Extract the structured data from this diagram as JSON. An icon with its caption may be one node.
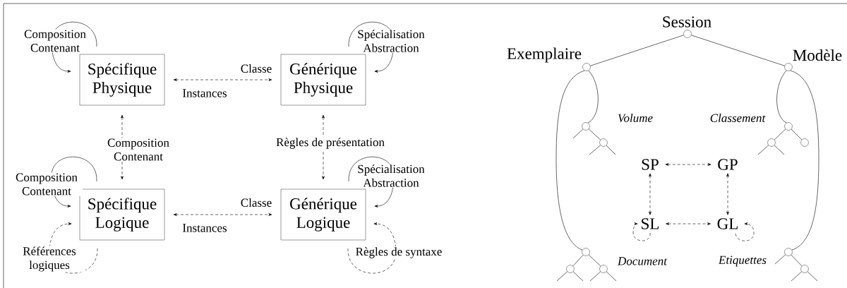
{
  "diagram": {
    "nodes": [
      {
        "text": [
          "Spécifique Physique"
        ]
      },
      {
        "text": [
          "Générique Physique"
        ]
      },
      {
        "text": [
          "Spécifique Logique"
        ]
      },
      {
        "text": [
          "Générique Logique"
        ]
      },
      {
        "text": [],
        "shape": "circle",
        "beside": [
          "Session"
        ]
      },
      {
        "text": [],
        "shape": "circle",
        "beside": [
          "Exemplaire"
        ]
      },
      {
        "text": [],
        "shape": "circle",
        "beside": [
          "Modèle"
        ]
      },
      {
        "text": [],
        "shape": "circle"
      },
      {
        "text": [],
        "shape": "circle"
      },
      {
        "text": [],
        "shape": "circle"
      },
      {
        "text": [],
        "shape": "circle"
      },
      {
        "text": [],
        "shape": "circle"
      },
      {
        "text": [
          "SP"
        ]
      },
      {
        "text": [
          "GP"
        ]
      },
      {
        "text": [
          "SL"
        ]
      },
      {
        "text": [
          "GL"
        ]
      },
      {
        "text": [],
        "shape": "circle"
      },
      {
        "text": [],
        "shape": "circle"
      },
      {
        "text": [],
        "shape": "circle"
      },
      {
        "text": [],
        "shape": "circle"
      },
      {
        "text": [],
        "shape": "circle"
      }
    ],
    "edges": [
      {
        "from": 0,
        "to": 0,
        "arrow": "to",
        "label": "Composition Contenant"
      },
      {
        "from": 1,
        "to": 1,
        "arrow": "to",
        "label": "Spécialisation Abstraction"
      },
      {
        "from": 0,
        "to": 1,
        "arrow": "both",
        "style": "dashed",
        "label": "Classe"
      },
      {
        "from": 0,
        "to": 2,
        "arrow": "both",
        "style": "dashed",
        "label": "Composition Contenant"
      },
      {
        "from": 1,
        "to": 3,
        "arrow": "both",
        "style": "dashed",
        "label": "Règles de présentation"
      },
      {
        "from": 2,
        "to": 2,
        "arrow": "to",
        "label": "Composition Contenant"
      },
      {
        "from": 3,
        "to": 3,
        "arrow": "to",
        "label": "Spécialisation Abstraction"
      },
      {
        "from": 2,
        "to": 3,
        "arrow": "both",
        "style": "dashed",
        "label": "Classe"
      },
      {
        "from": 2,
        "to": 2,
        "arrow": "to",
        "style": "dashed",
        "label": "Références logiques"
      },
      {
        "from": 3,
        "to": 3,
        "arrow": "to",
        "style": "dashed",
        "label": "Règles de syntaxe"
      },
      {
        "from": 4,
        "to": 5,
        "arrow": "none"
      },
      {
        "from": 4,
        "to": 6,
        "arrow": "none"
      },
      {
        "from": 5,
        "to": 7,
        "arrow": "none"
      },
      {
        "from": 5,
        "to": 16,
        "arrow": "none"
      },
      {
        "from": 6,
        "to": 8,
        "arrow": "none"
      },
      {
        "from": 6,
        "to": 17,
        "arrow": "none"
      },
      {
        "from": 7,
        "to": null,
        "arrow": "none"
      },
      {
        "from": 7,
        "to": 9,
        "arrow": "none"
      },
      {
        "from": 9,
        "to": null,
        "arrow": "none"
      },
      {
        "from": 9,
        "to": null,
        "arrow": "none"
      },
      {
        "from": 8,
        "to": 10,
        "arrow": "none"
      },
      {
        "from": 8,
        "to": 11,
        "arrow": "none"
      },
      {
        "from": 10,
        "to": null,
        "arrow": "none"
      },
      {
        "from": 10,
        "to": null,
        "arrow": "none"
      },
      {
        "from": 12,
        "to": 13,
        "arrow": "both",
        "style": "dashed"
      },
      {
        "from": 12,
        "to": 14,
        "arrow": "both",
        "style": "dashed"
      },
      {
        "from": 13,
        "to": 15,
        "arrow": "both",
        "style": "dashed"
      },
      {
        "from": 14,
        "to": 15,
        "arrow": "both",
        "style": "dashed"
      },
      {
        "from": 14,
        "to": 14,
        "arrow": "to",
        "style": "dashed"
      },
      {
        "from": 15,
        "to": 15,
        "arrow": "to",
        "style": "dashed"
      },
      {
        "from": 16,
        "to": 18,
        "arrow": "none"
      },
      {
        "from": 16,
        "to": 19,
        "arrow": "none"
      },
      {
        "from": 18,
        "to": null,
        "arrow": "none"
      },
      {
        "from": 18,
        "to": null,
        "arrow": "none"
      },
      {
        "from": 19,
        "to": null,
        "arrow": "none"
      },
      {
        "from": 19,
        "to": null,
        "arrow": "none"
      },
      {
        "from": 17,
        "to": null,
        "arrow": "none"
      },
      {
        "from": 17,
        "to": 20,
        "arrow": "none"
      },
      {
        "from": 20,
        "to": null,
        "arrow": "none"
      },
      {
        "from": 20,
        "to": null,
        "arrow": "none"
      }
    ],
    "labels": [
      "Instances",
      "Volume",
      "Classement",
      "Instances",
      "Document",
      "Etiquettes"
    ]
  }
}
